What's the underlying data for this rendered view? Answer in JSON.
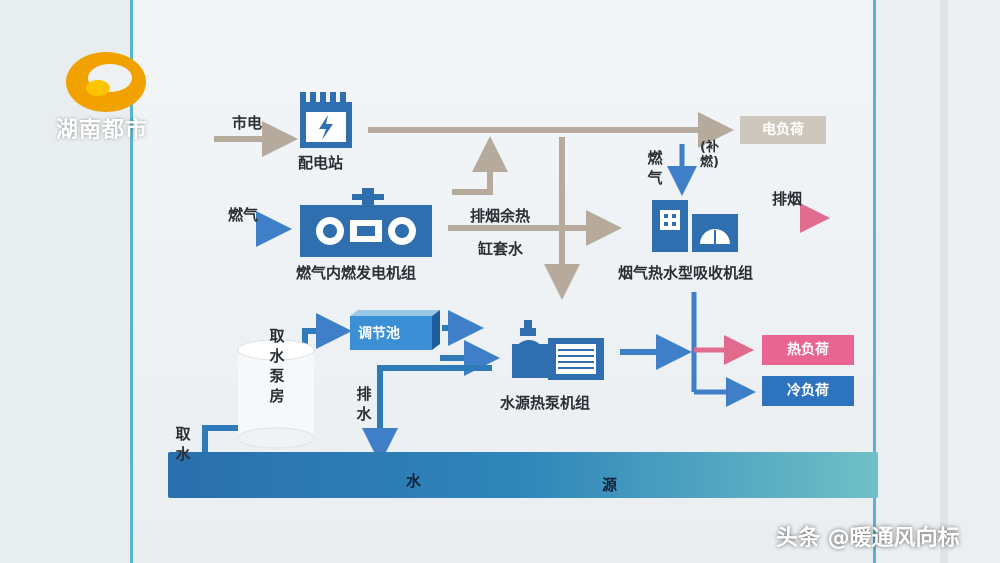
{
  "logo": {
    "text": "湖南都市"
  },
  "watermark": {
    "text": "头条 @暖通风向标"
  },
  "nodes": {
    "grid_power": "市电",
    "substation": "配电站",
    "electric_load": "电负荷",
    "gas_in": "燃气",
    "gas_engine": "燃气内燃发电机组",
    "exhaust_heat": "排烟余热",
    "jacket_water": "缸套水",
    "burner_gas": "燃气",
    "supplement_fire": "(补燃)",
    "chiller": "烟气热水型吸收机组",
    "exhaust_out": "排烟",
    "heat_load": "热负荷",
    "cool_load": "冷负荷",
    "pump_house": "取水泵房",
    "intake": "取水",
    "regulating_pool": "调节池",
    "drain": "排水",
    "heat_pump": "水源热泵机组",
    "water_source_1": "水",
    "water_source_2": "源"
  },
  "colors": {
    "electric": "#b5aa9c",
    "gas": "#3f7fc7",
    "water": "#2f7ab8",
    "heat": "#e06b8e",
    "cool": "#2e73c0"
  }
}
